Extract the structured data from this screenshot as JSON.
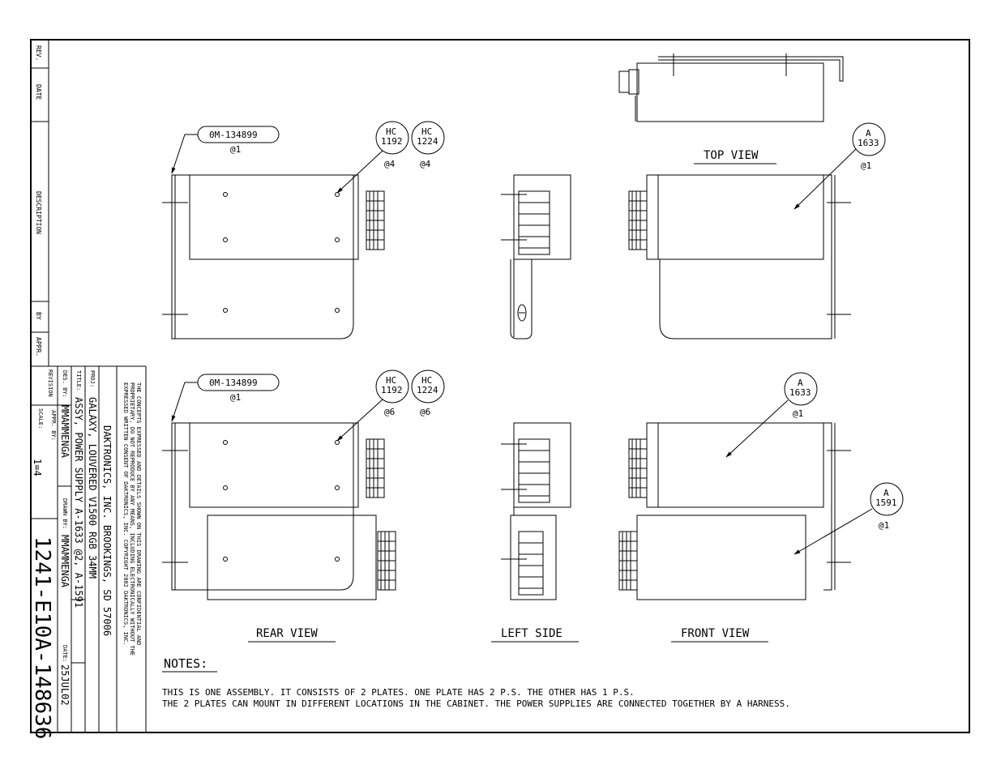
{
  "revision_block": {
    "rev": "REV.",
    "date": "DATE",
    "description": "DESCRIPTION",
    "by": "BY",
    "appr": "APPR."
  },
  "title_block": {
    "confidential_1": "THE CONCEPTS EXPRESSED AND DETAILS SHOWN ON THIS DRAWING ARE CONFIDENTIAL AND",
    "confidential_2": "PROPRIETARY. DO NOT REPRODUCE BY ANY MEANS, INCLUDING ELECTRONICALLY WITHOUT THE",
    "confidential_3": "EXPRESSED WRITTEN CONSENT OF DAKTRONICS, INC.    COPYRIGHT 2002 DAKTRONICS, INC.",
    "company": "DAKTRONICS, INC.   BROOKINGS, SD 57006",
    "proj_label": "PROJ:",
    "proj": "GALAXY, LOUVERED V1500 RGB 34MM",
    "title_label": "TITLE:",
    "title": "ASSY, POWER SUPPLY A-1633 @2, A-1591",
    "des_by_label": "DES. BY:",
    "des_by": "MMAMMENGA",
    "drawn_by_label": "DRAWN BY:",
    "drawn_by": "MMAMMENGA",
    "date_label": "DATE:",
    "date": "25JUL02",
    "revision_label": "REVISION",
    "appr_by_label": "APPR. BY:",
    "scale_label": "SCALE:",
    "scale": "1=4",
    "drawing_number": "1241-E10A-148636"
  },
  "callouts": {
    "om_top": "0M-134899",
    "om_top_qty": "@1",
    "hc1192_top_a": "HC",
    "hc1192_top_b": "1192",
    "hc1192_top_qty": "@4",
    "hc1224_top_a": "HC",
    "hc1224_top_b": "1224",
    "hc1224_top_qty": "@4",
    "a1633_top_a": "A",
    "a1633_top_b": "1633",
    "a1633_top_qty": "@1",
    "om_bottom": "0M-134899",
    "om_bottom_qty": "@1",
    "hc1192_bot_a": "HC",
    "hc1192_bot_b": "1192",
    "hc1192_bot_qty": "@6",
    "hc1224_bot_a": "HC",
    "hc1224_bot_b": "1224",
    "hc1224_bot_qty": "@6",
    "a1633_bot_a": "A",
    "a1633_bot_b": "1633",
    "a1633_bot_qty": "@1",
    "a1591_a": "A",
    "a1591_b": "1591",
    "a1591_qty": "@1"
  },
  "view_labels": {
    "top_view": "TOP VIEW",
    "rear_view": "REAR VIEW",
    "left_side": "LEFT SIDE",
    "front_view": "FRONT VIEW"
  },
  "notes": {
    "heading": "NOTES:",
    "line1": "THIS IS ONE ASSEMBLY.  IT CONSISTS OF 2 PLATES.  ONE PLATE HAS 2 P.S. THE OTHER HAS 1 P.S.",
    "line2": "THE 2 PLATES CAN MOUNT IN DIFFERENT LOCATIONS IN THE CABINET.  THE POWER SUPPLIES ARE CONNECTED TOGETHER BY A HARNESS."
  }
}
